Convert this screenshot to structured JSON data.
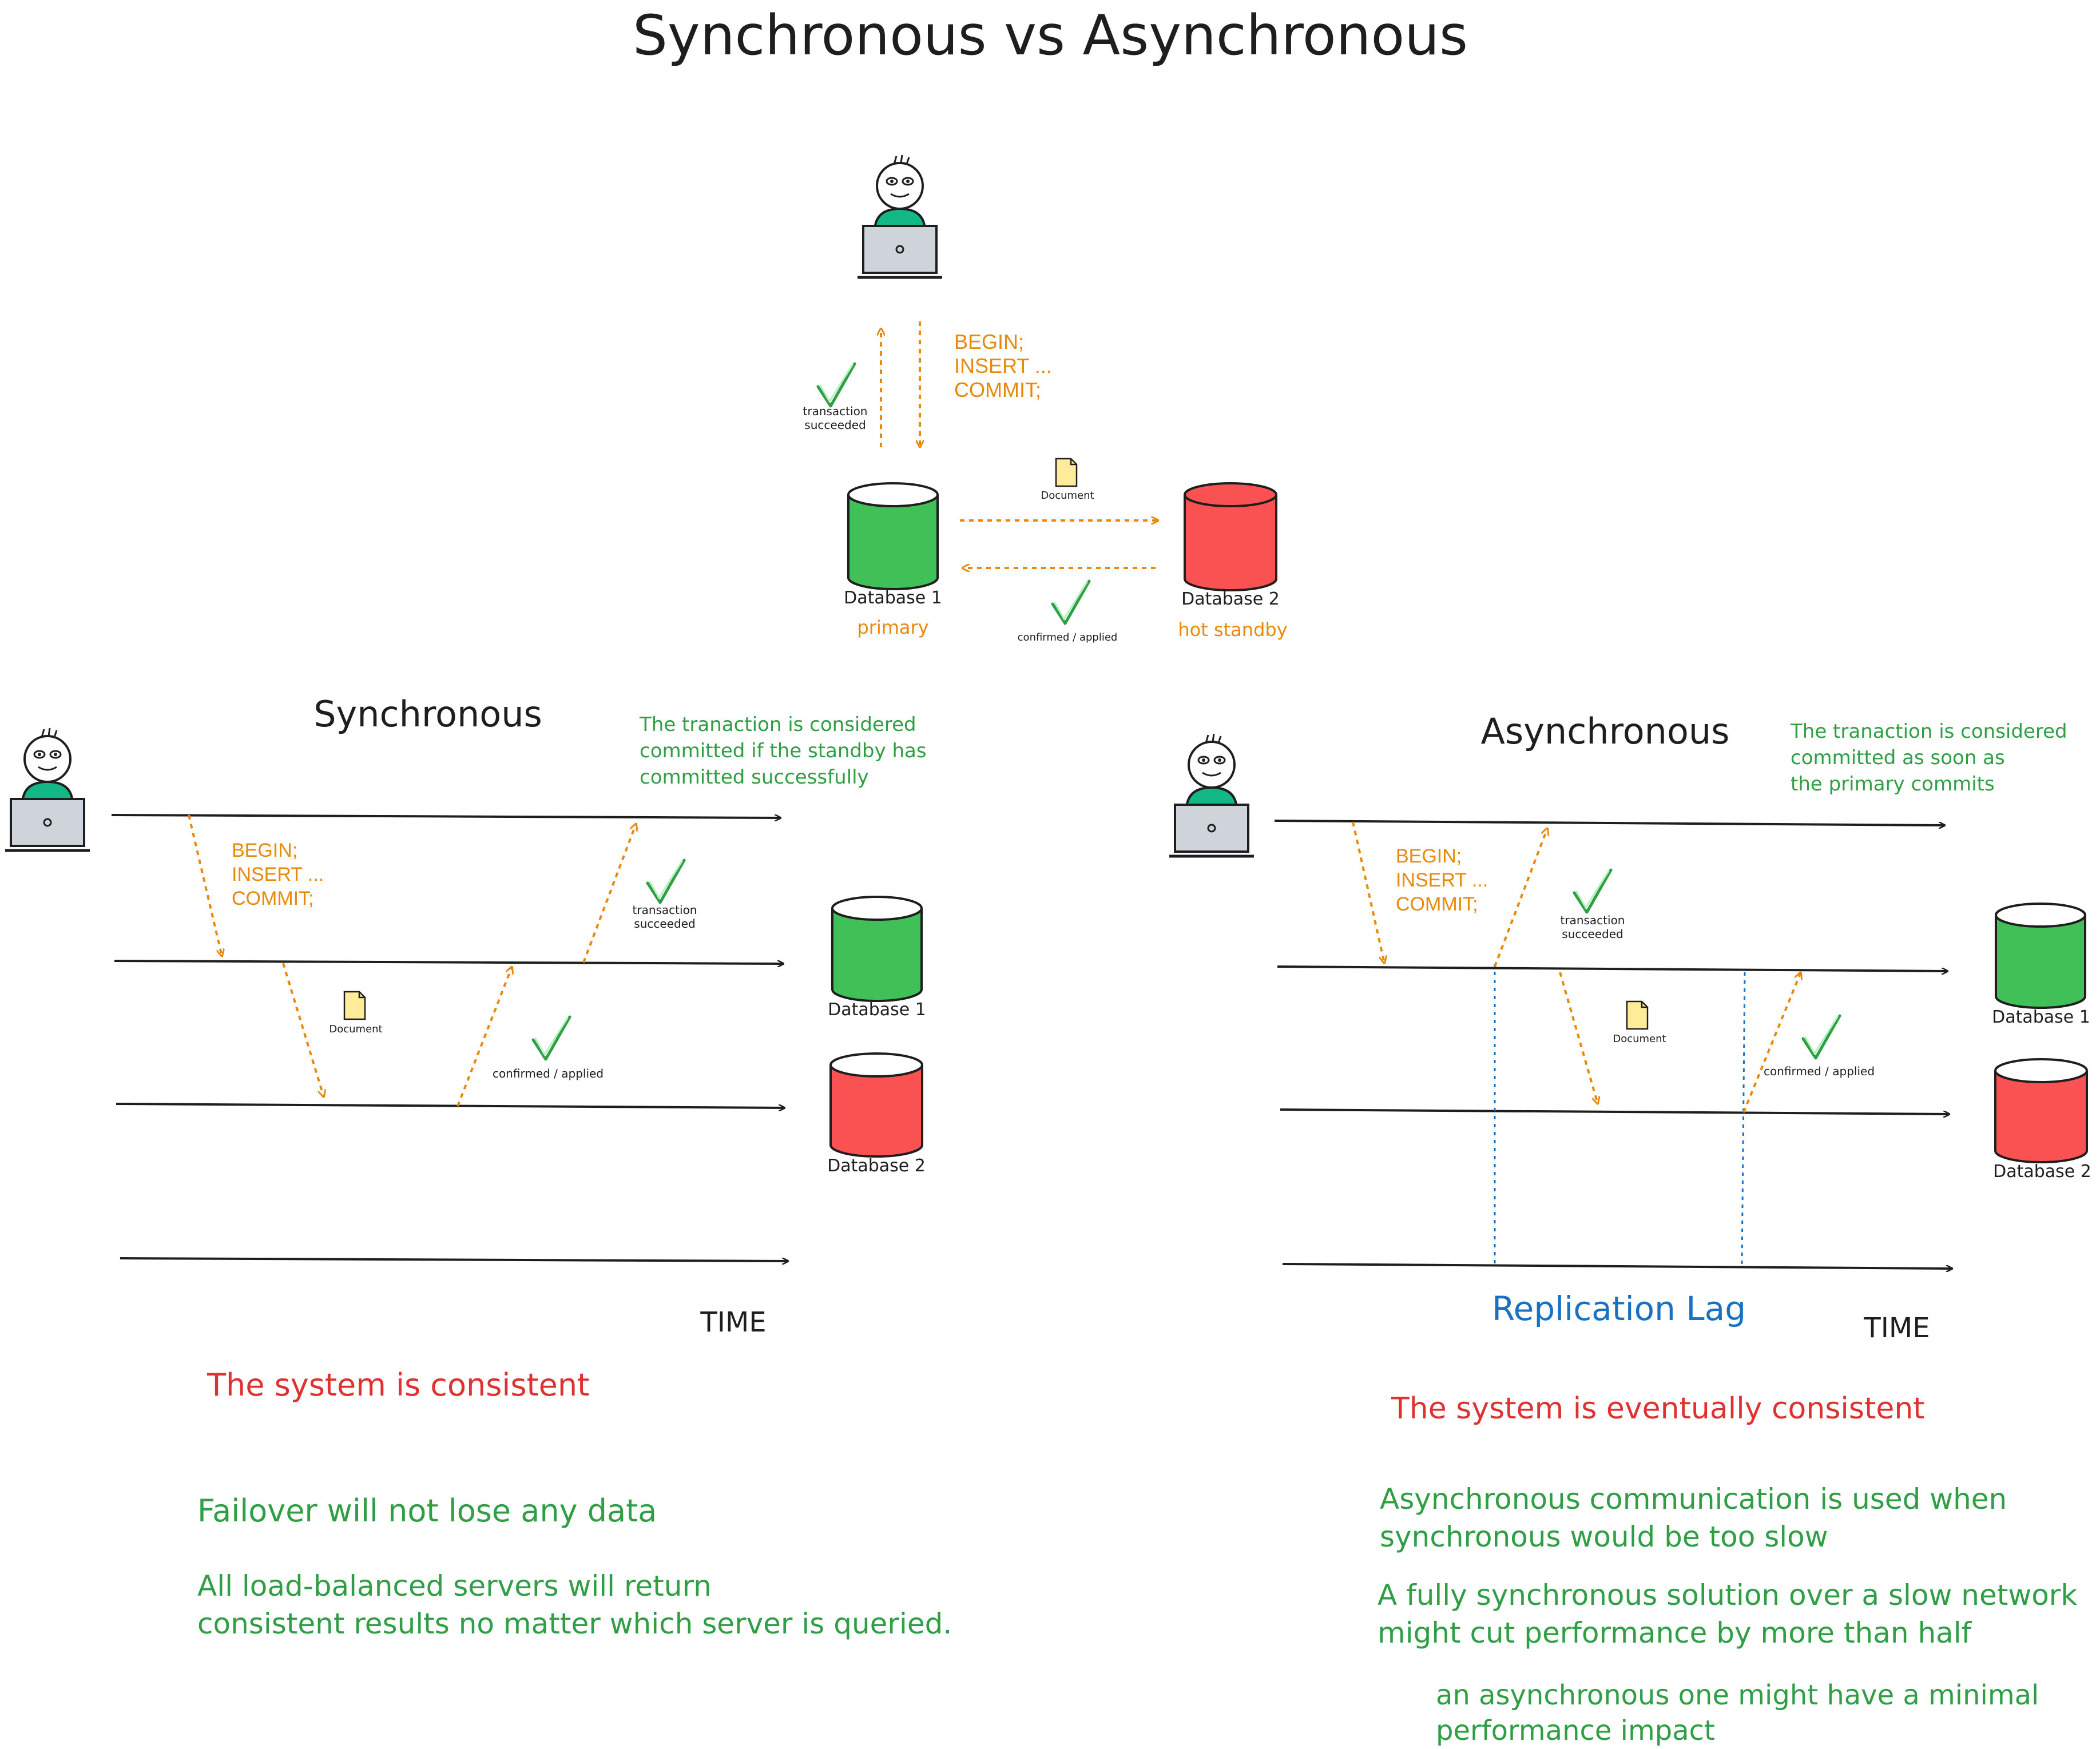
{
  "title": "Synchronous vs Asynchronous",
  "colors": {
    "ink": "#1e1e1e",
    "orange": "#e8890c",
    "green_text": "#2f9e44",
    "red_text": "#e03131",
    "blue_text": "#1971c2",
    "db_green": "#40c057",
    "db_red": "#fa5252",
    "person_shirt": "#12b886",
    "doc_yellow": "#ffec99"
  },
  "top": {
    "sql_lines": [
      "BEGIN;",
      "INSERT ...",
      "COMMIT;"
    ],
    "transaction_label": [
      "transaction",
      "succeeded"
    ],
    "document_label": "Document",
    "confirmed_label": "confirmed / applied",
    "db1_name": "Database 1",
    "db1_role": "primary",
    "db2_name": "Database 2",
    "db2_role": "hot standby"
  },
  "sync": {
    "heading": "Synchronous",
    "note": [
      "The tranaction is considered",
      "committed if the standby has",
      "committed successfully"
    ],
    "sql_lines": [
      "BEGIN;",
      "INSERT ...",
      "COMMIT;"
    ],
    "transaction_label": [
      "transaction",
      "succeeded"
    ],
    "document_label": "Document",
    "confirmed_label": "confirmed / applied",
    "db1_name": "Database 1",
    "db2_name": "Database 2",
    "time_label": "TIME",
    "verdict": "The system is consistent",
    "point1": "Failover will not lose any data",
    "point2": [
      "All load-balanced servers will return",
      "consistent results no matter which server is queried."
    ]
  },
  "async": {
    "heading": "Asynchronous",
    "note": [
      "The tranaction is considered",
      "committed as soon as",
      "the primary commits"
    ],
    "sql_lines": [
      "BEGIN;",
      "INSERT ...",
      "COMMIT;"
    ],
    "transaction_label": [
      "transaction",
      "succeeded"
    ],
    "document_label": "Document",
    "confirmed_label": "confirmed / applied",
    "db1_name": "Database 1",
    "db2_name": "Database 2",
    "lag_label": "Replication Lag",
    "time_label": "TIME",
    "verdict": "The system is eventually consistent",
    "point1": [
      "Asynchronous communication is used when",
      "synchronous would be too slow"
    ],
    "point2": [
      "A fully synchronous solution over a slow network",
      "might cut performance by more than half"
    ],
    "point3": [
      "an asynchronous one might have a minimal",
      "performance impact"
    ]
  }
}
